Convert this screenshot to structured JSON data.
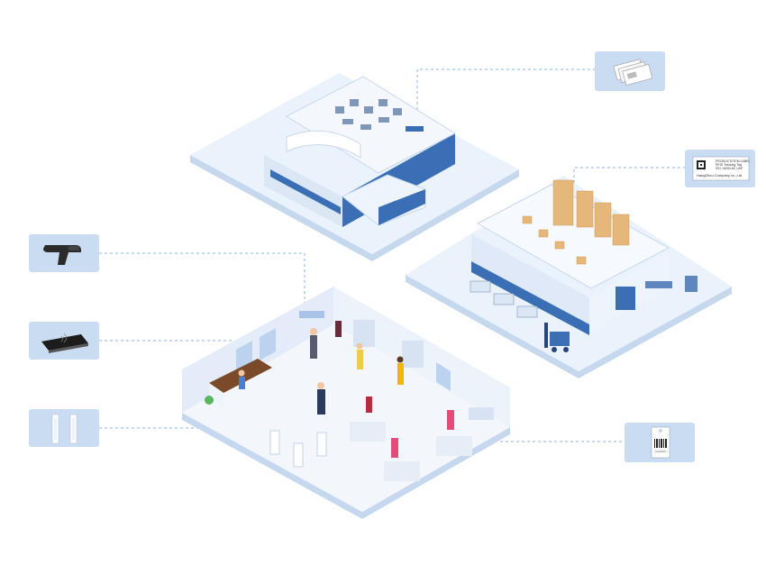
{
  "label_tag": {
    "lines": [
      "PRODUCT/ITEM LABEL",
      "RFID Tracking Tag",
      "ISO 18000-6C UHF"
    ],
    "company": "HangZhou Company co.,Ltd"
  },
  "colors": {
    "platform": "#e9f1fb",
    "platform_edge": "#c6d8ee",
    "building_blue": "#3a6fb6",
    "building_light": "#dfe9f7",
    "callout_bg": "#c9dcf2",
    "dash": "#8fb3dd",
    "box": "#e6b77a"
  },
  "icons": {
    "handheld": "handheld-rfid-reader-icon",
    "desktop_reader": "desktop-rfid-reader-icon",
    "gate": "security-gate-antenna-icon",
    "tags": "rfid-tag-stack-icon",
    "label": "rfid-label-icon",
    "garment_tag": "garment-hang-tag-icon"
  }
}
